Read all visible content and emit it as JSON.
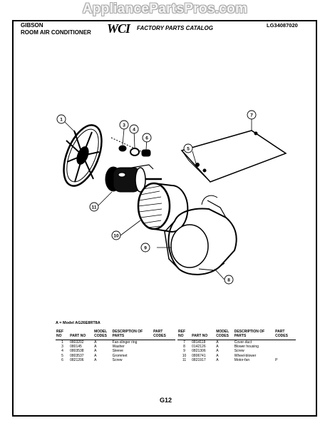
{
  "watermark": "AppliancePartsPros.com",
  "header": {
    "brand": "GIBSON",
    "product_type": "ROOM AIR CONDITIONER",
    "logo": "WCI",
    "catalog_title": "FACTORY PARTS CATALOG",
    "catalog_code": "LG34087020"
  },
  "callouts": [
    "1",
    "3",
    "4",
    "5",
    "6",
    "7",
    "8",
    "9",
    "10",
    "11"
  ],
  "model_note": "A = Model AG26E8RT8A",
  "table_headers": {
    "ref_no": "REF NO",
    "part_no": "PART NO",
    "model_codes": "MODEL CODES",
    "description": "DESCRIPTION OF PARTS",
    "part_codes": "PART CODES"
  },
  "parts_left": [
    {
      "ref": "1",
      "part": "0803202",
      "model": "A",
      "desc": "Fan-slinger ring",
      "code": ""
    },
    {
      "ref": "",
      "part": "",
      "model": "",
      "desc": "",
      "code": ""
    },
    {
      "ref": "3",
      "part": "080145",
      "model": "A",
      "desc": "Washer",
      "code": ""
    },
    {
      "ref": "4",
      "part": "0803538",
      "model": "A",
      "desc": "Sleeve",
      "code": ""
    },
    {
      "ref": "5",
      "part": "0803537",
      "model": "A",
      "desc": "Grommet",
      "code": ""
    },
    {
      "ref": "6",
      "part": "0821206",
      "model": "A",
      "desc": "Screw",
      "code": ""
    }
  ],
  "parts_right": [
    {
      "ref": "7",
      "part": "0814118",
      "model": "A",
      "desc": "Cover-duct",
      "code": ""
    },
    {
      "ref": "8",
      "part": "0142126",
      "model": "A",
      "desc": "Blower housing",
      "code": ""
    },
    {
      "ref": "9",
      "part": "0821306",
      "model": "A",
      "desc": "Screw",
      "code": ""
    },
    {
      "ref": "10",
      "part": "0806741",
      "model": "A",
      "desc": "Wheel-blower",
      "code": ""
    },
    {
      "ref": "11",
      "part": "0821917",
      "model": "A",
      "desc": "Motor-fan",
      "code": "P"
    }
  ],
  "page_number": "G12"
}
